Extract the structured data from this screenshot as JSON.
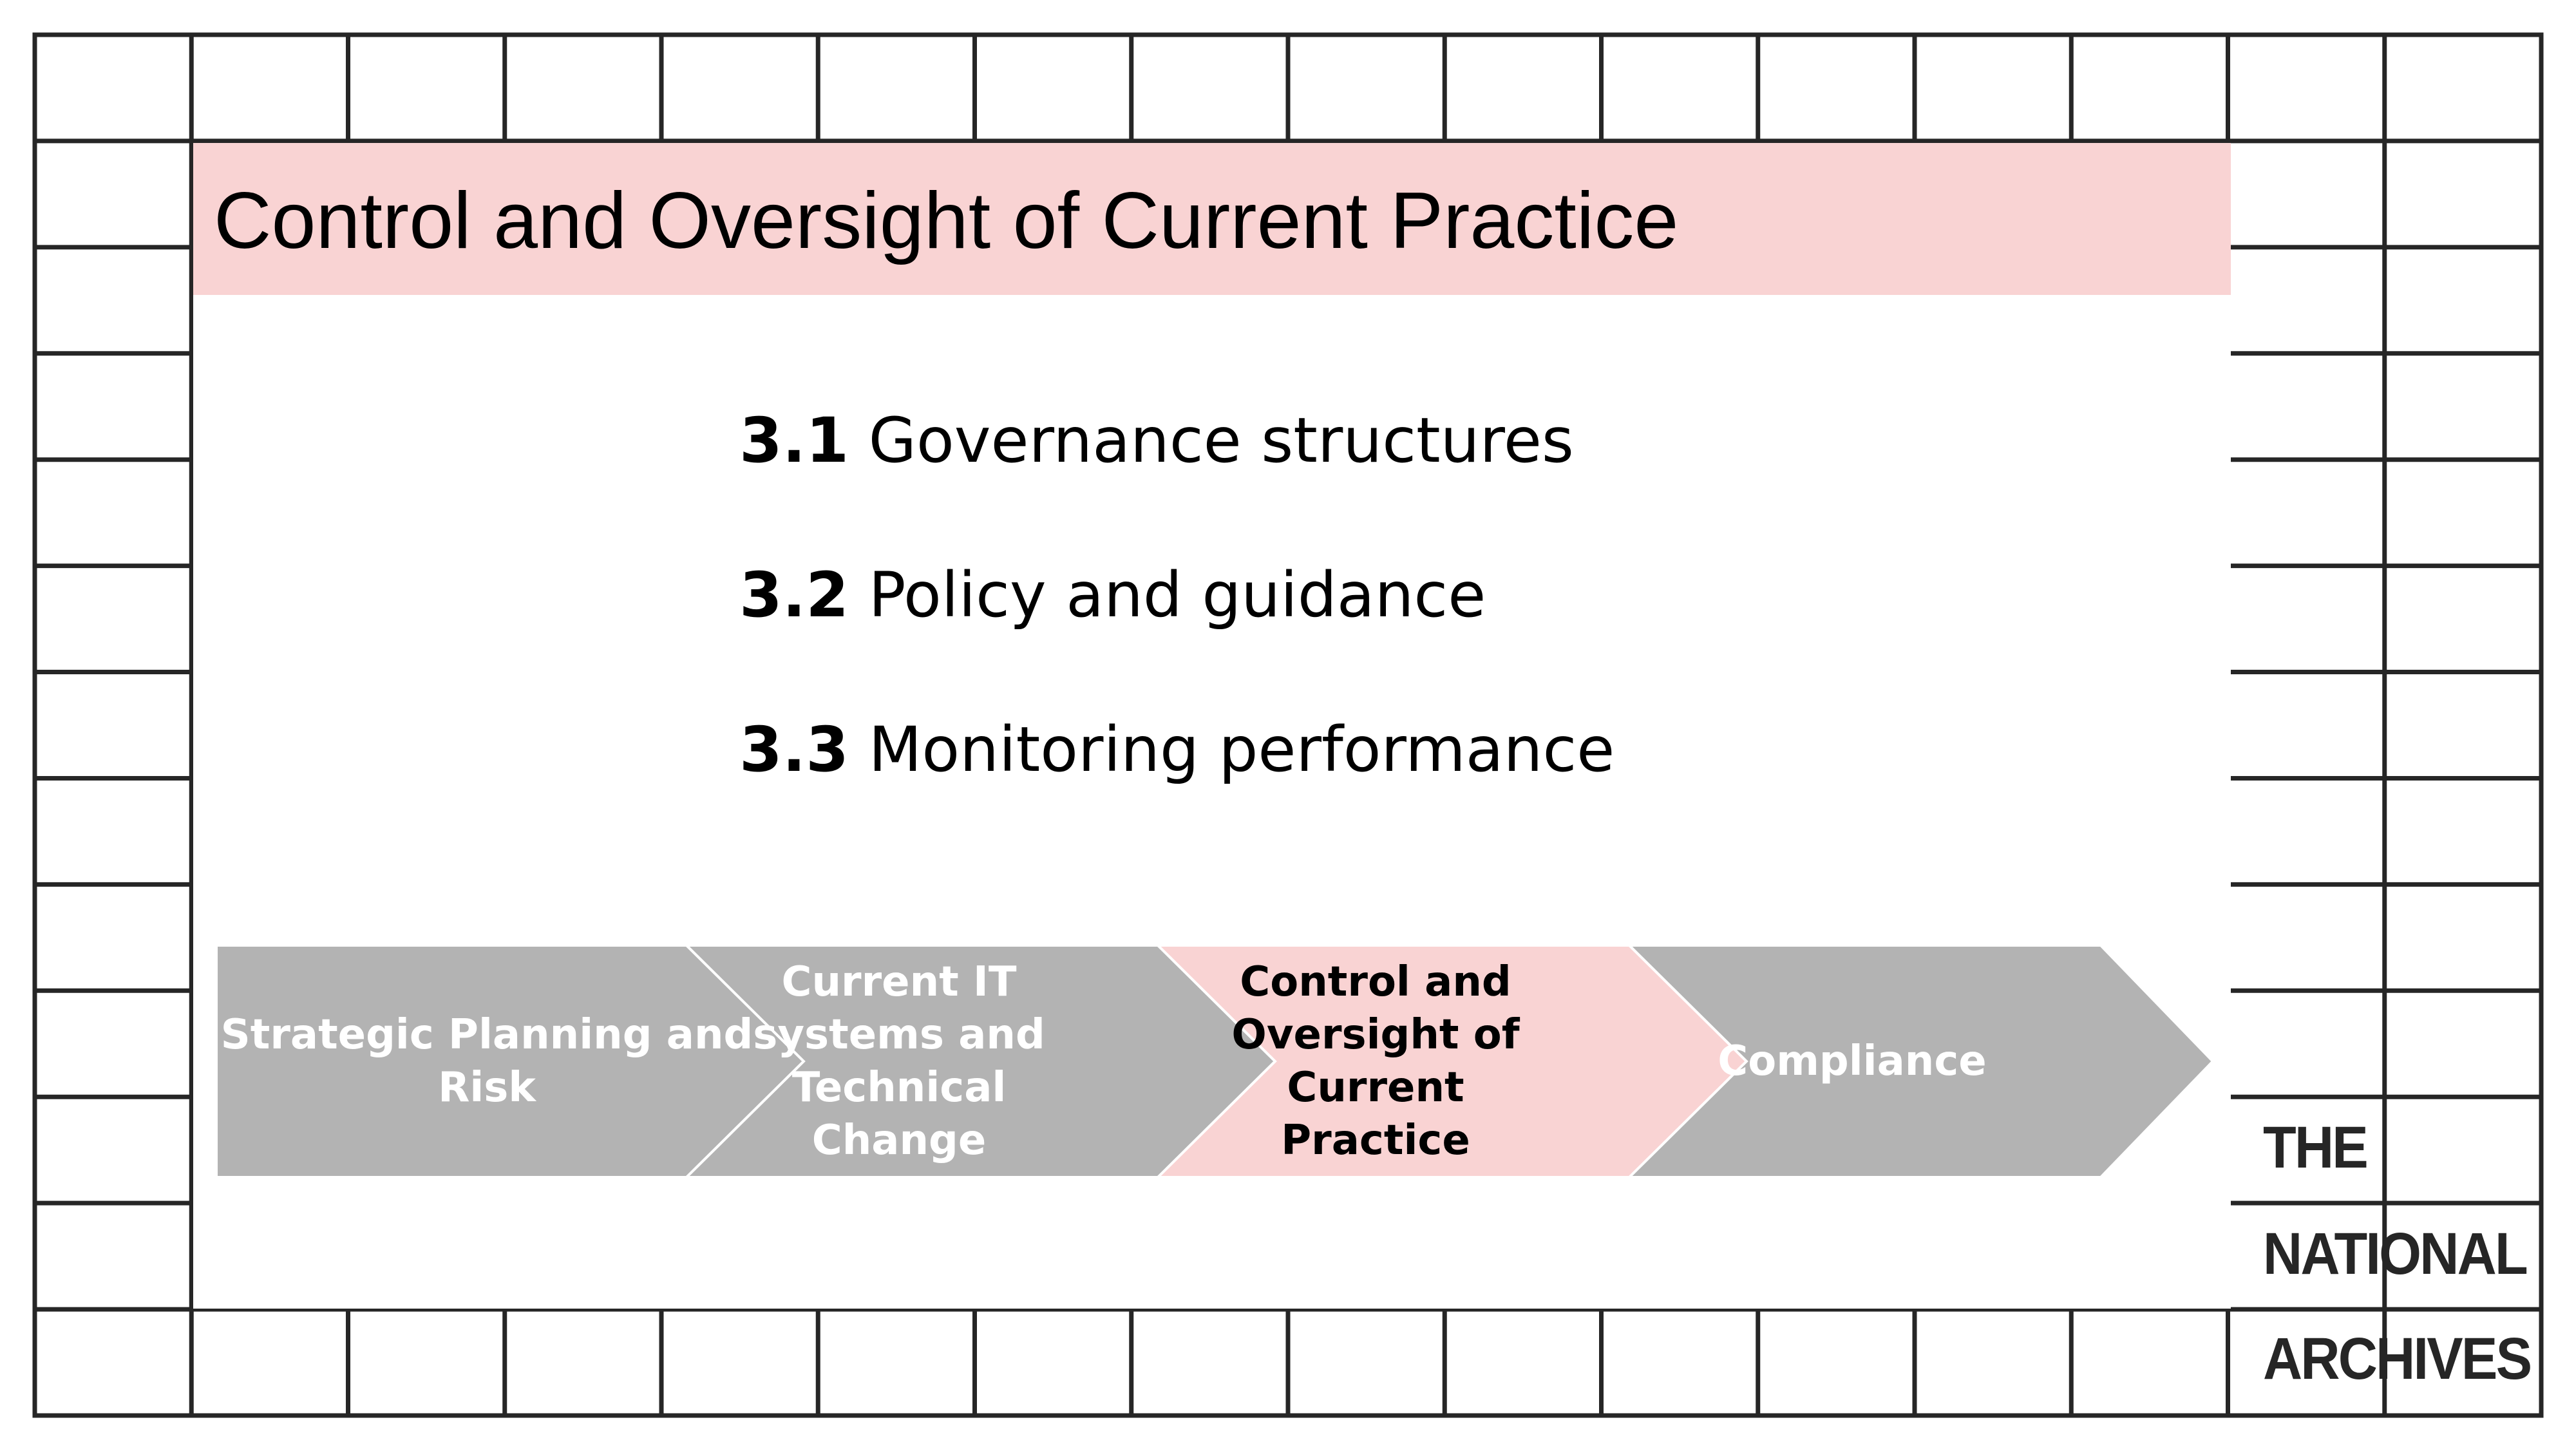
{
  "title": "Control and Oversight of Current Practice",
  "items": [
    {
      "number": "3.1",
      "text": "Governance structures"
    },
    {
      "number": "3.2",
      "text": "Policy and guidance"
    },
    {
      "number": "3.3",
      "text": "Monitoring performance"
    }
  ],
  "process_steps": [
    {
      "label": "Strategic Planning and Risk",
      "active": false
    },
    {
      "label": "Current IT systems and Technical Change",
      "active": false
    },
    {
      "label": "Control and Oversight of Current Practice",
      "active": true
    },
    {
      "label": "Compliance",
      "active": false
    }
  ],
  "logo": {
    "line1": "THE",
    "line2": "NATIONAL",
    "line3": "ARCHIVES"
  },
  "colors": {
    "highlight": "#f9d3d3",
    "step_grey": "#b3b3b3",
    "grid_line": "#262626"
  }
}
